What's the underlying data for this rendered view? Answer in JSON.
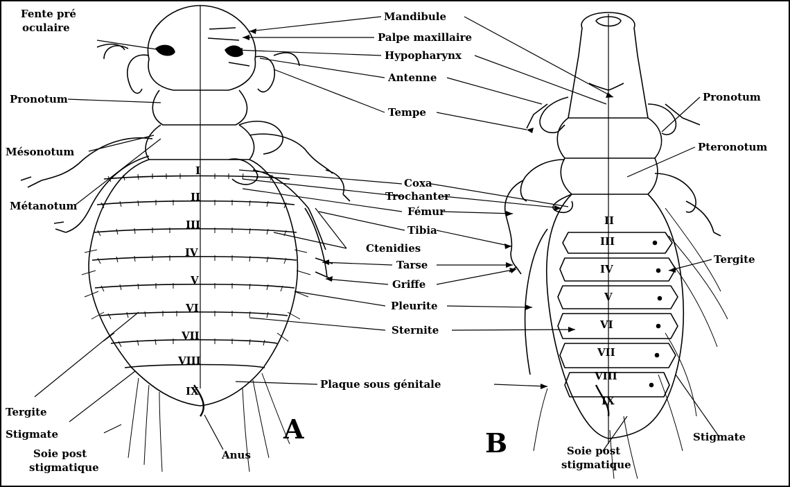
{
  "figure_labels": {
    "a": "A",
    "b": "B"
  },
  "left_labels": {
    "fente1": "Fente pré",
    "fente2": "oculaire",
    "pronotum": "Pronotum",
    "mesonotum": "Mésonotum",
    "metanotum": "Métanotum",
    "tergite": "Tergite",
    "stigmate": "Stigmate",
    "soie1": "Soie post",
    "soie2": "stigmatique",
    "anus": "Anus"
  },
  "center_labels": {
    "mandibule": "Mandibule",
    "palpe": "Palpe maxillaire",
    "hypopharynx": "Hypopharynx",
    "antenne": "Antenne",
    "tempe": "Tempe",
    "coxa": "Coxa",
    "trochanter": "Trochanter",
    "femur": "Fémur",
    "tibia": "Tibia",
    "ctenidies": "Ctenidies",
    "tarse": "Tarse",
    "griffe": "Griffe",
    "pleurite": "Pleurite",
    "sternite": "Sternite",
    "plaque": "Plaque sous génitale"
  },
  "right_labels": {
    "pronotum": "Pronotum",
    "pteronotum": "Pteronotum",
    "tergite": "Tergite",
    "stigmate": "Stigmate",
    "soie1": "Soie post",
    "soie2": "stigmatique"
  },
  "segments_a": [
    "I",
    "II",
    "III",
    "IV",
    "V",
    "VI",
    "VII",
    "VIII",
    "IX"
  ],
  "segments_b": [
    "II",
    "III",
    "IV",
    "V",
    "VI",
    "VII",
    "VIII",
    "IX"
  ],
  "colors": {
    "ink": "#000000",
    "paper": "#ffffff"
  }
}
